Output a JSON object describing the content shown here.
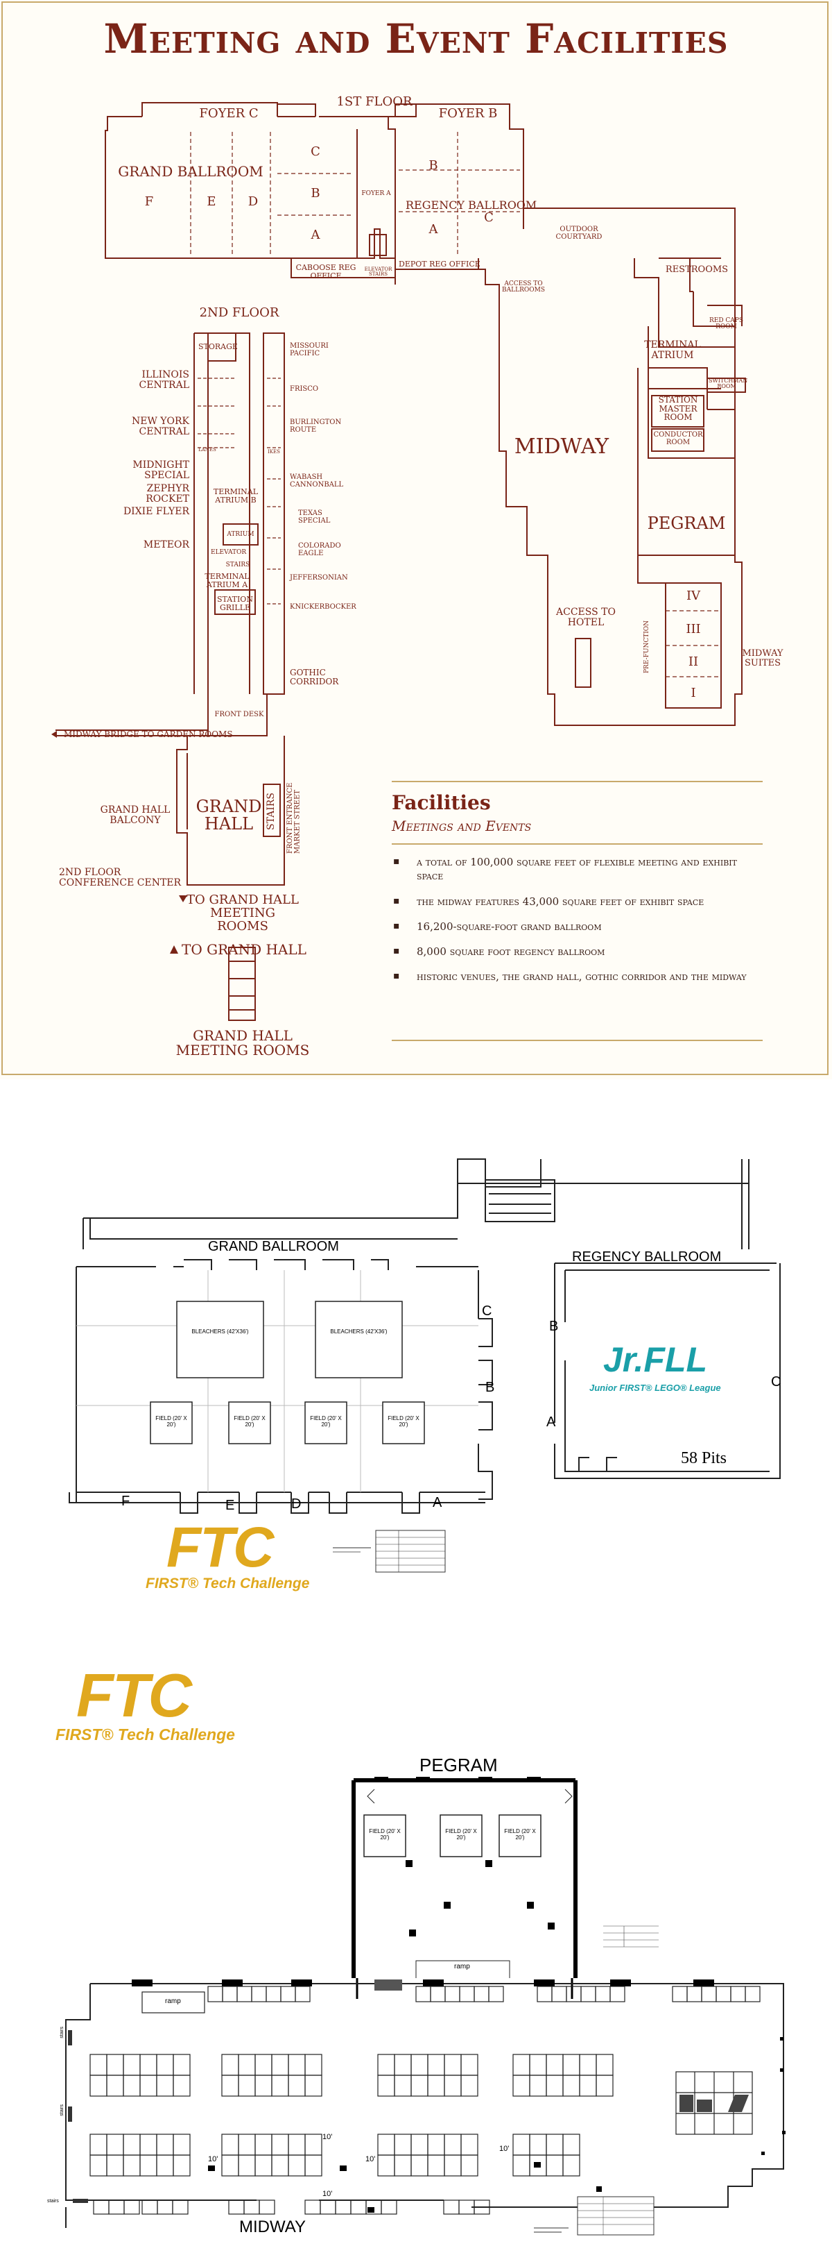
{
  "panel1": {
    "title": "Meeting and Event Facilities",
    "first_floor": {
      "floor_label": "1st Floor",
      "foyer_c": "Foyer C",
      "foyer_b": "Foyer B",
      "foyer_a": "Foyer A",
      "grand_ballroom": "Grand Ballroom",
      "gb_sections": [
        "F",
        "E",
        "D",
        "C",
        "B",
        "A"
      ],
      "regency_ballroom": "Regency Ballroom",
      "rb_sections": [
        "B",
        "A",
        "C"
      ],
      "elevator_stairs": "Elevator Stairs",
      "caboose_reg_office": "Caboose Reg Office",
      "depot_reg_office": "Depot Reg Office",
      "access_to_ballrooms": "Access to Ballrooms",
      "outdoor_courtyard": "Outdoor Courtyard"
    },
    "second_floor": {
      "floor_label": "2nd Floor",
      "storage": "Storage",
      "left_rooms": [
        "Illinois Central",
        "New York Central",
        "Midnight Special",
        "Zephyr Rocket",
        "Dixie Flyer",
        "Meteor"
      ],
      "right_rooms": [
        "Missouri Pacific",
        "Frisco",
        "Burlington Route",
        "Wabash Cannonball",
        "Texas Special",
        "Colorado Eagle",
        "Jeffersonian",
        "Knickerbocker"
      ],
      "lanes": "Lanes",
      "ikes": "Ikes",
      "terminal_atrium_b": "Terminal Atrium B",
      "atrium": "Atrium",
      "elevator": "Elevator",
      "stairs": "Stairs",
      "terminal_atrium_a": "Terminal Atrium A",
      "station_grille": "Station Grille",
      "gothic_corridor": "Gothic Corridor",
      "front_desk": "Front Desk",
      "midway_bridge": "Midway Bridge to Garden Rooms",
      "grand_hall": "Grand Hall",
      "grand_hall_stairs": "Stairs",
      "front_entrance": "Front Entrance Market Street",
      "grand_hall_balcony": "Grand Hall Balcony",
      "conference_center": "2nd Floor Conference Center",
      "to_grand_hall_meeting_rooms": "To Grand Hall Meeting Rooms",
      "to_grand_hall": "To Grand Hall",
      "grand_hall_meeting_rooms": "Grand Hall Meeting Rooms"
    },
    "east": {
      "restrooms": "Restrooms",
      "red_caps_room": "Red Caps Room",
      "terminal_atrium": "Terminal Atrium",
      "switchman_room": "Switchman Room",
      "station_master_room": "Station Master Room",
      "conductor_room": "Conductor Room",
      "midway": "Midway",
      "pegram": "Pegram",
      "pegram_sections": [
        "IV",
        "III",
        "II",
        "I"
      ],
      "pre_function": "Pre-Function",
      "access_to_hotel": "Access to Hotel",
      "midway_suites": "Midway Suites"
    },
    "facilities": {
      "heading": "Facilities",
      "subheading": "Meetings and Events",
      "bullets": [
        "A total of 100,000 square feet of flexible meeting and exhibit space",
        "The Midway features 43,000 square feet of exhibit space",
        "16,200-square-foot grand ballroom",
        "8,000 square foot regency ballroom",
        "Historic venues, the Grand Hall, Gothic Corridor and the Midway"
      ]
    }
  },
  "panel2": {
    "grand_ballroom": "GRAND BALLROOM",
    "regency_ballroom": "REGENCY BALLROOM",
    "bleachers": [
      "BLEACHERS (42'X36')",
      "BLEACHERS (42'X36')"
    ],
    "fields": [
      "FIELD (20' X 20')",
      "FIELD (20' X 20')",
      "FIELD (20' X 20')",
      "FIELD (20' X 20')"
    ],
    "gb_side_labels": [
      "C",
      "B"
    ],
    "gb_bottom_labels": [
      "F",
      "E",
      "D",
      "A"
    ],
    "rb_labels": [
      "B",
      "A",
      "C"
    ],
    "jrfll_logo": "Jr.FLL",
    "jrfll_tagline": "Junior FIRST® LEGO® League",
    "pits": "58 Pits",
    "ftc_logo": "FTC",
    "ftc_tagline": "FIRST® Tech Challenge"
  },
  "panel3": {
    "ftc_logo": "FTC",
    "ftc_tagline": "FIRST® Tech Challenge",
    "pegram": "PEGRAM",
    "fields": [
      "FIELD (20' X 20')",
      "FIELD (20' X 20')",
      "FIELD (20' X 20')"
    ],
    "ramp_labels": [
      "ramp",
      "ramp"
    ],
    "aisle_labels": [
      "10'",
      "10'",
      "10'",
      "10'",
      "10'"
    ],
    "stairs_labels": [
      "stairs",
      "stairs",
      "stairs"
    ],
    "midway": "MIDWAY"
  },
  "colors": {
    "brand_brown": "#7a2417",
    "gold": "#c8a96b",
    "ftc_gold": "#e0a81e",
    "fll_teal": "#1a9fa8"
  }
}
